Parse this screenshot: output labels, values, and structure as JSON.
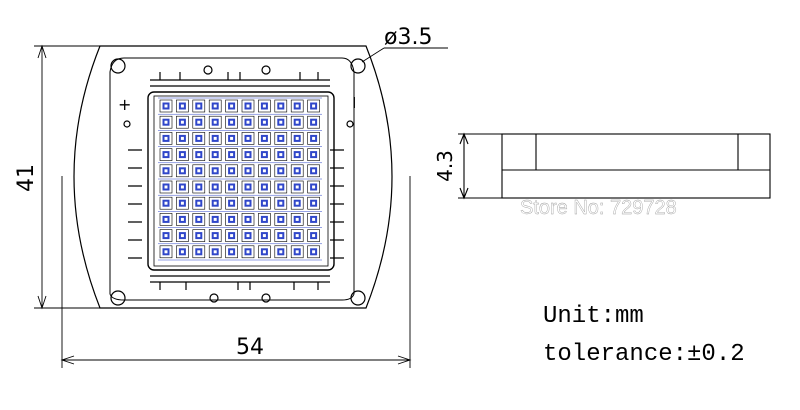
{
  "diagram": {
    "dimension_width": "54",
    "dimension_height": "41",
    "dimension_hole": "ø3.5",
    "dimension_thickness": "4.3",
    "polarity_plus": "+",
    "polarity_minus": "I",
    "watermark": "Store No: 729728",
    "unit_text": "Unit:mm",
    "tolerance_text": "tolerance:±0.2"
  },
  "led_array": {
    "rows": 10,
    "cols": 10
  },
  "colors": {
    "line": "#000000",
    "led": "#2f46c9",
    "background": "#ffffff"
  }
}
